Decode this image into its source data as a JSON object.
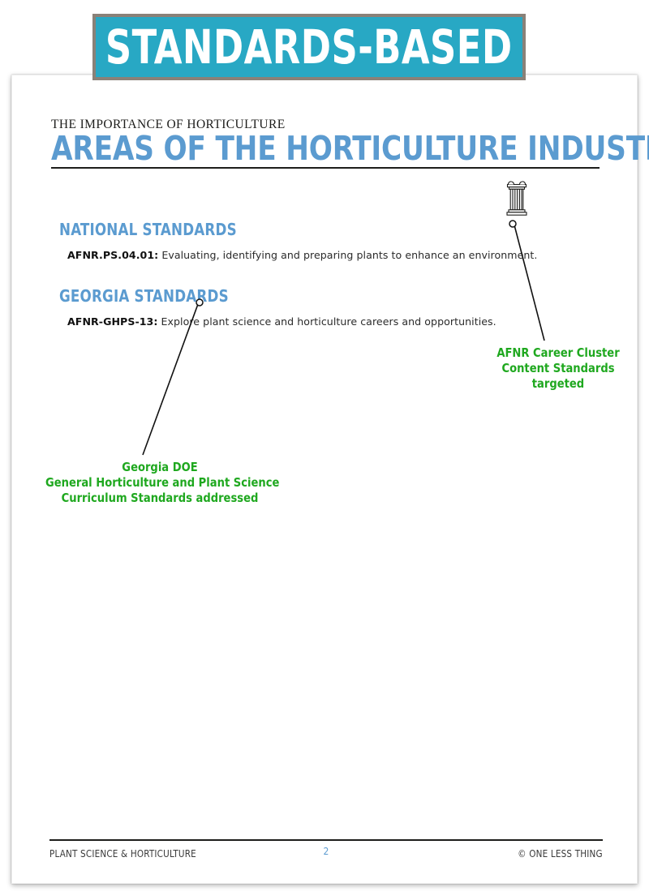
{
  "banner": {
    "label": "STANDARDS-BASED",
    "bg_color": "#28a8c4",
    "border_color": "#8a8178",
    "text_color": "#ffffff"
  },
  "header": {
    "eyebrow": "THE IMPORTANCE OF HORTICULTURE",
    "title": "AREAS OF THE HORTICULTURE INDUSTRY",
    "title_color": "#5b9bd0",
    "icon": "classical-column-icon"
  },
  "sections": [
    {
      "heading": "NATIONAL STANDARDS",
      "code": "AFNR.PS.04.01:",
      "text": "Evaluating, identifying and preparing plants to enhance an environment."
    },
    {
      "heading": "GEORGIA STANDARDS",
      "code": "AFNR-GHPS-13:",
      "text": "Explore plant science and horticulture careers and opportunities."
    }
  ],
  "callouts": [
    {
      "id": "right",
      "color": "#1fa81f",
      "lines": [
        "AFNR Career Cluster",
        "Content Standards",
        "targeted"
      ]
    },
    {
      "id": "left",
      "color": "#1fa81f",
      "lines": [
        "Georgia DOE",
        "General Horticulture and Plant Science",
        "Curriculum Standards addressed"
      ]
    }
  ],
  "footer": {
    "left": "PLANT SCIENCE & HORTICULTURE",
    "page_number": "2",
    "right": "© ONE LESS THING",
    "page_number_color": "#5b9bd0"
  }
}
